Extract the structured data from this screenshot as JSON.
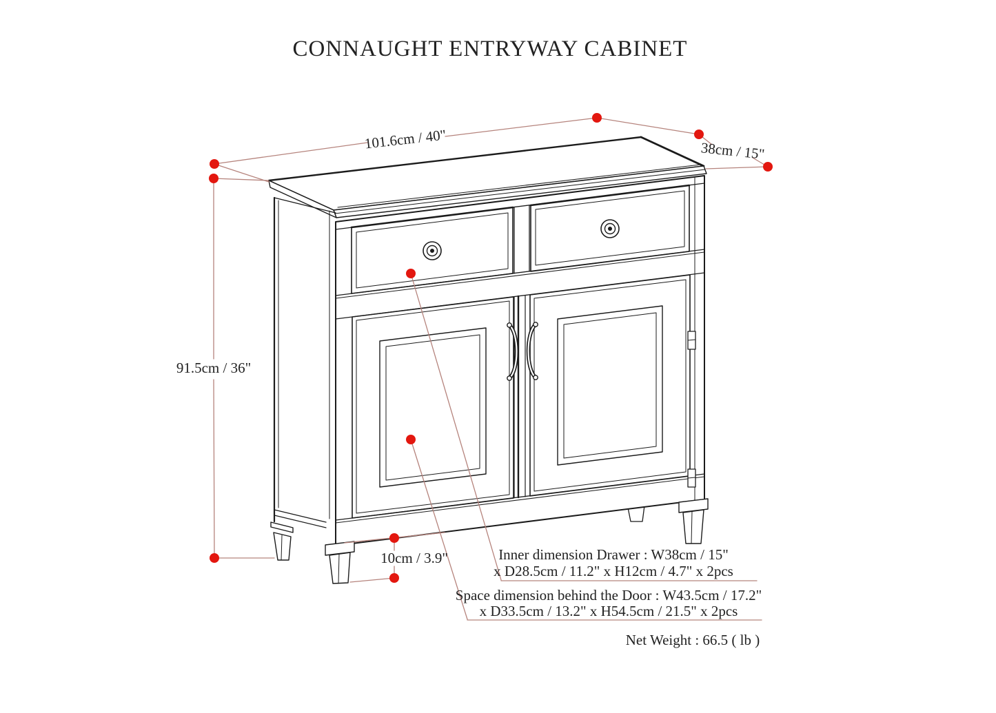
{
  "title": "CONNAUGHT ENTRYWAY CABINET",
  "dimensions": {
    "width": "101.6cm / 40\"",
    "depth": "38cm / 15\"",
    "height": "91.5cm / 36\"",
    "leg": "10cm / 3.9\""
  },
  "annotations": {
    "drawer": {
      "line1": "Inner dimension Drawer : W38cm / 15\"",
      "line2": "x D28.5cm / 11.2\" x H12cm / 4.7\" x 2pcs"
    },
    "door": {
      "line1": "Space dimension behind the Door  : W43.5cm / 17.2\"",
      "line2": "x D33.5cm / 13.2\" x H54.5cm / 21.5\" x 2pcs"
    },
    "net_weight": "Net Weight : 66.5 ( lb )"
  },
  "colors": {
    "marker_dot": "#e3170f",
    "dimension_line": "#b5837c",
    "drawing_ink": "#1b1b1b",
    "background": "#ffffff"
  }
}
